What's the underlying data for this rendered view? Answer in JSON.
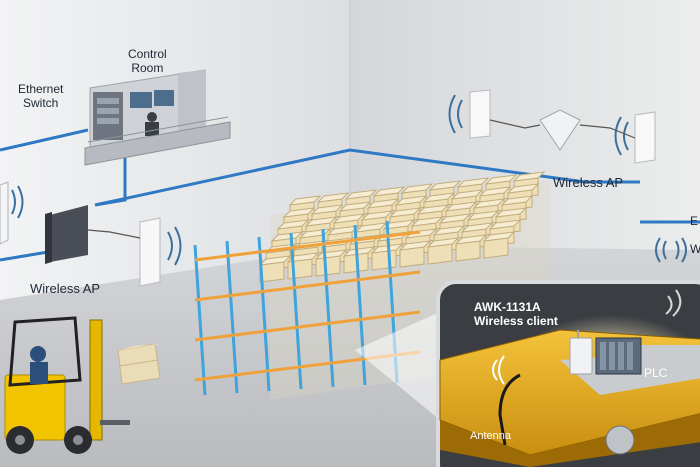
{
  "labels": {
    "ethernet_switch": [
      "Ethernet",
      "Switch"
    ],
    "control_room": [
      "Control",
      "Room"
    ],
    "wireless_ap_right": "Wireless AP",
    "wireless_ap_left": "Wireless AP",
    "client_title": [
      "AWK-1131A",
      "Wireless client"
    ],
    "plc": "PLC",
    "antenna": "Antenna",
    "legend_line_partial": "E",
    "legend_wireless_partial": "W"
  },
  "colors": {
    "ethernet_line": "#2f78c4",
    "rack_frame": "#3fa3dc",
    "rack_beam": "#f0a13a",
    "box": "#eedfb7",
    "forklift": "#f2c400",
    "cart": "#e8b21a",
    "wall_left": "#e2e3e6",
    "wall_right": "#d7d9dc",
    "floor": "#c8cace"
  }
}
